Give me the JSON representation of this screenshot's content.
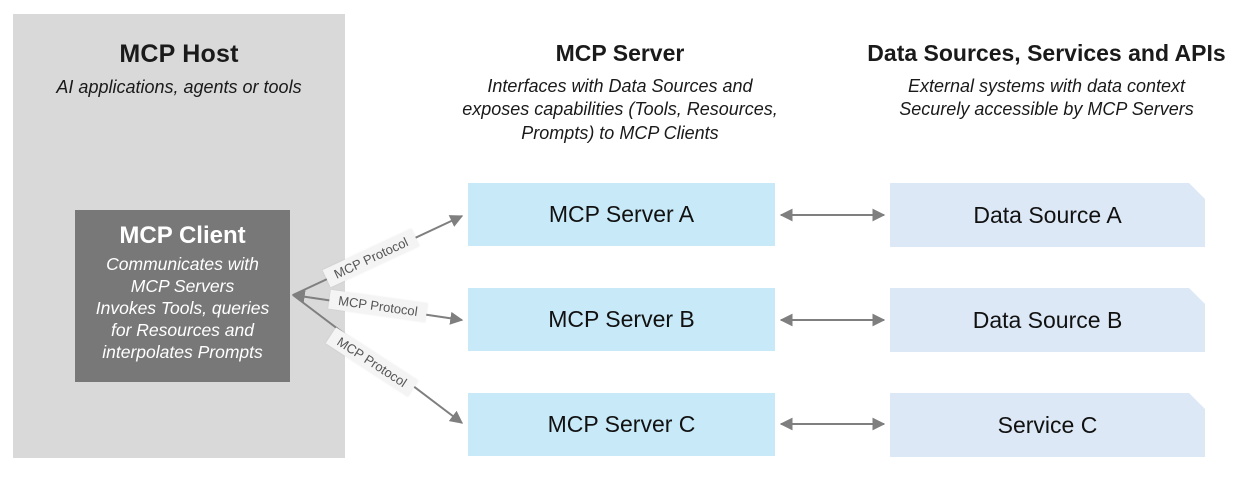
{
  "host": {
    "title": "MCP Host",
    "subtitle": "AI applications, agents or tools",
    "client": {
      "title": "MCP Client",
      "lines": [
        "Communicates with",
        "MCP Servers",
        "Invokes Tools, queries",
        "for Resources and",
        "interpolates Prompts"
      ]
    }
  },
  "server_column": {
    "title": "MCP Server",
    "subtitle_lines": [
      "Interfaces with Data Sources and",
      "exposes capabilities (Tools, Resources,",
      "Prompts) to MCP Clients"
    ],
    "boxes": [
      "MCP Server A",
      "MCP Server B",
      "MCP Server C"
    ]
  },
  "data_column": {
    "title": "Data Sources, Services and APIs",
    "subtitle_lines": [
      "External systems with data context",
      "Securely accessible by MCP Servers"
    ],
    "boxes": [
      "Data Source A",
      "Data Source B",
      "Service C"
    ]
  },
  "connections": {
    "protocol_label": "MCP Protocol"
  },
  "colors": {
    "canvas_bg": "#ffffff",
    "host_bg": "#d9d9d9",
    "client_bg": "#787878",
    "server_box_bg": "#c8e9f8",
    "data_box_bg": "#dce8f5",
    "arrow": "#7f7f7f",
    "label_bg": "#f4f4f4",
    "label_text": "#555555",
    "text": "#1a1a1a",
    "client_text": "#ffffff"
  }
}
